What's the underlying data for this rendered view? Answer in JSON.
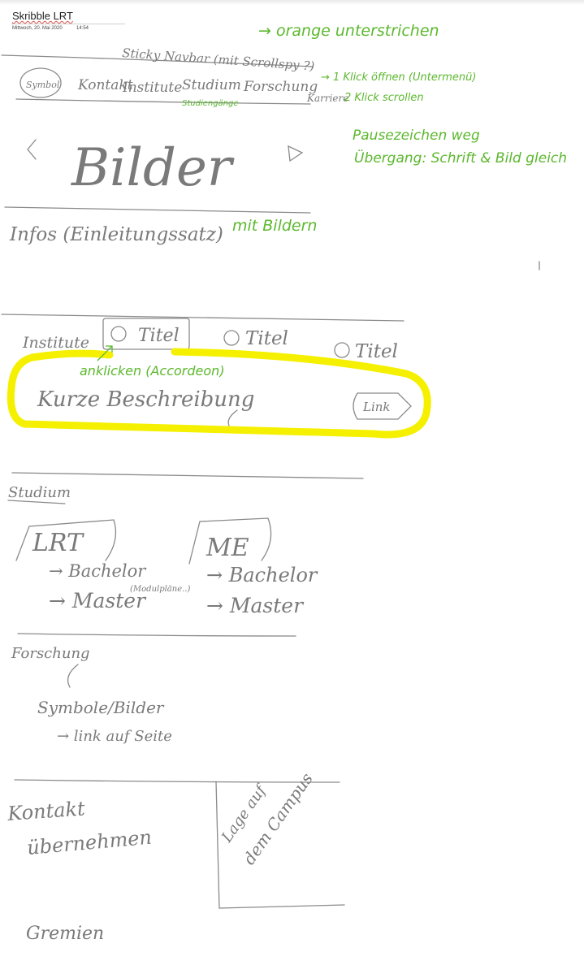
{
  "header": {
    "title": "Skribble LRT",
    "date": "Mittwoch, 20. Mai 2020",
    "time": "14:54"
  },
  "navbar": {
    "heading": "Sticky Navbar (mit Scrollspy ?)",
    "logo": "Symbol",
    "items": [
      "Kontakt",
      "Institute",
      "Studium",
      "Forschung",
      "Karriere"
    ],
    "sub_note": "Studiengänge"
  },
  "notes": {
    "orange": "→ orange unterstrichen",
    "click1": "→ 1 Klick öffnen (Untermenü)",
    "click2": "2 Klick scrollen",
    "pause": "Pausezeichen weg",
    "transition": "Übergang: Schrift & Bild gleich",
    "with_images": "mit Bildern",
    "accordion": "anklicken (Accordeon)"
  },
  "hero": {
    "text": "Bilder"
  },
  "intro": {
    "text": "Infos (Einleitungssatz)"
  },
  "institutes": {
    "label": "Institute",
    "tabs": [
      "Titel",
      "Titel",
      "Titel"
    ],
    "description": "Kurze Beschreibung",
    "link": "Link"
  },
  "studium": {
    "label": "Studium",
    "cards": [
      {
        "title": "LRT",
        "items": [
          "→ Bachelor",
          "→ Master"
        ],
        "note": "(Modulpläne..)"
      },
      {
        "title": "ME",
        "items": [
          "→ Bachelor",
          "→ Master"
        ]
      }
    ]
  },
  "forschung": {
    "label": "Forschung",
    "symbols": "Symbole/Bilder",
    "link": "→ link auf Seite"
  },
  "contact": {
    "left": [
      "Kontakt",
      "übernehmen"
    ],
    "right": [
      "Lage auf",
      "dem Campus"
    ]
  },
  "footer": {
    "text": "Gremien"
  }
}
